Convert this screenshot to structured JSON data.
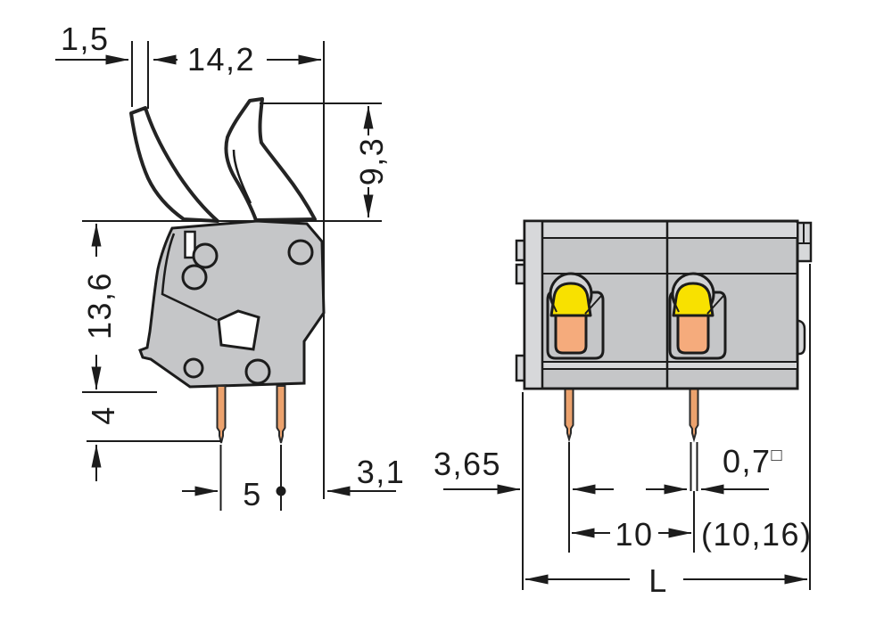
{
  "drawing": {
    "title": "terminal-block-dimension-drawing",
    "views": [
      "side-view",
      "front-view"
    ],
    "colors": {
      "body_gray": "#c5c6c8",
      "light_gray": "#d7d8da",
      "dome_gray": "#d2d3d5",
      "button_yellow": "#f8e100",
      "port_orange": "#f5ab7c",
      "pin_orange": "#eca26d",
      "line_black": "#1c1c1c",
      "background": "#ffffff"
    }
  },
  "dimensions": {
    "side": {
      "lever_offset": "1,5",
      "overall_depth": "14,2",
      "lever_height": "9,3",
      "body_height": "13,6",
      "pin_length": "4",
      "pin_row_spacing": "5",
      "pin_to_edge": "3,1"
    },
    "front": {
      "edge_to_first_pin": "3,65",
      "pin_cross_section": "0,7",
      "pin_cross_section_symbol": "□",
      "pole_pitch": "10",
      "pole_pitch_alt": "(10,16)",
      "overall_length": "L"
    }
  }
}
